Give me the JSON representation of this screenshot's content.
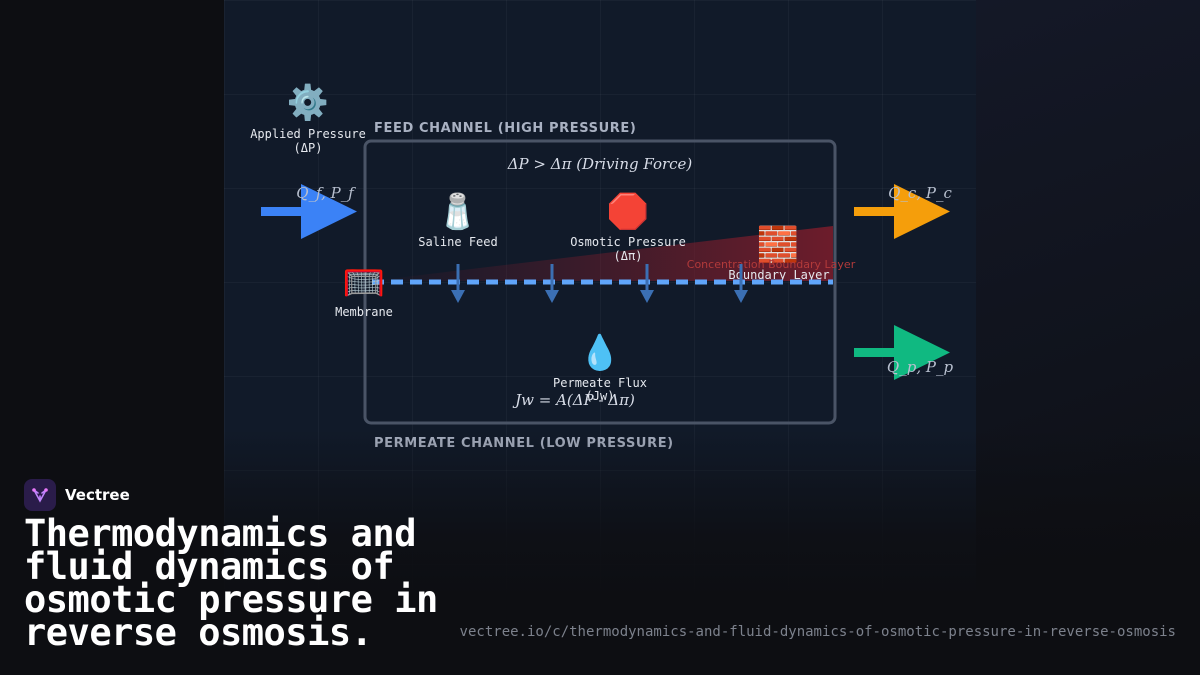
{
  "diagram": {
    "applied_pressure": {
      "icon": "gear-icon",
      "line1": "Applied Pressure",
      "line2": "(ΔP)"
    },
    "feed_channel_label": "FEED CHANNEL (HIGH PRESSURE)",
    "permeate_channel_label": "PERMEATE CHANNEL (LOW PRESSURE)",
    "driving_force": "ΔP > Δπ (Driving Force)",
    "feed_flow_label": "Q_f, P_f",
    "concentrate_flow_label": "Q_c, P_c",
    "permeate_flow_label": "Q_p, P_p",
    "saline_feed": {
      "icon": "salt-shaker-icon",
      "label": "Saline Feed"
    },
    "osmotic_pressure": {
      "icon": "stop-sign-icon",
      "line1": "Osmotic Pressure",
      "line2": "(Δπ)"
    },
    "boundary_layer": {
      "icon": "brick-wall-icon",
      "label": "Boundary Layer",
      "region_label": "Concentration Boundary Layer"
    },
    "membrane": {
      "icon": "goal-net-icon",
      "label": "Membrane"
    },
    "permeate_flux": {
      "icon": "droplet-icon",
      "line1": "Permeate Flux",
      "line2": "(Jw)",
      "equation": "Jw = A(ΔP - Δπ)"
    },
    "colors": {
      "feed_arrow": "#3b82f6",
      "concentrate_arrow": "#f59e0b",
      "permeate_arrow": "#10b981",
      "membrane_line": "#60a5fa",
      "flux_arrows": "#3b6fb3",
      "boundary_layer": "#8b1d2c",
      "vessel_border": "#4a5466"
    }
  },
  "brand": {
    "name": "Vectree",
    "logo_icon": "vectree-logo-icon"
  },
  "title": "Thermodynamics and fluid dynamics of osmotic pressure in reverse osmosis.",
  "url": "vectree.io/c/thermodynamics-and-fluid-dynamics-of-osmotic-pressure-in-reverse-osmosis"
}
